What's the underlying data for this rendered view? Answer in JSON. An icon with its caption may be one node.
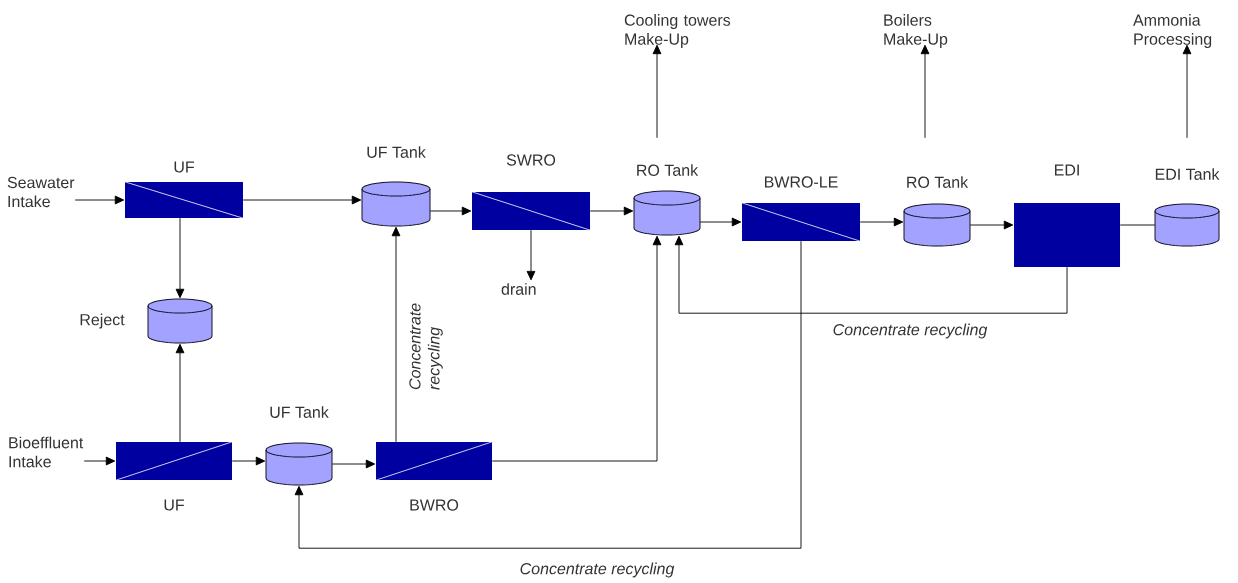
{
  "diagram": {
    "nodes": [
      {
        "text": [
          "UF"
        ]
      },
      {
        "text": [
          "UF Tank"
        ]
      },
      {
        "text": [
          "SWRO"
        ]
      },
      {
        "text": [
          "RO Tank"
        ]
      },
      {
        "text": [
          "BWRO-LE"
        ]
      },
      {
        "text": [
          "RO Tank"
        ]
      },
      {
        "text": [
          "EDI"
        ]
      },
      {
        "text": [
          "EDI Tank"
        ]
      },
      {
        "text": [
          "Reject"
        ]
      },
      {
        "text": [
          "UF"
        ]
      },
      {
        "text": [
          "UF Tank"
        ]
      },
      {
        "text": [
          "BWRO"
        ]
      },
      {
        "text": [
          "Seawater Intake"
        ]
      },
      {
        "text": [
          "Bioeffluent Intake"
        ]
      },
      {
        "text": [
          "drain"
        ]
      },
      {
        "text": [
          "Cooling towers Make-Up"
        ]
      },
      {
        "text": [
          "Boilers Make-Up"
        ]
      },
      {
        "text": [
          "Ammonia Processing"
        ]
      }
    ],
    "edges": [
      {
        "from": 12,
        "to": 0,
        "arrow": "to"
      },
      {
        "from": 0,
        "to": 1,
        "arrow": "to"
      },
      {
        "from": 1,
        "to": 2,
        "arrow": "to"
      },
      {
        "from": 2,
        "to": 3,
        "arrow": "to"
      },
      {
        "from": 3,
        "to": 4,
        "arrow": "to"
      },
      {
        "from": 4,
        "to": 5,
        "arrow": "to"
      },
      {
        "from": 5,
        "to": 6,
        "arrow": "to"
      },
      {
        "from": 6,
        "to": 7,
        "arrow": "none"
      },
      {
        "from": 0,
        "to": 8,
        "arrow": "to"
      },
      {
        "from": 9,
        "to": 8,
        "arrow": "to"
      },
      {
        "from": 13,
        "to": 9,
        "arrow": "to"
      },
      {
        "from": 9,
        "to": 10,
        "arrow": "to"
      },
      {
        "from": 10,
        "to": 11,
        "arrow": "to"
      },
      {
        "from": 11,
        "to": 1,
        "arrow": "to",
        "label": "Concentrate recycling"
      },
      {
        "from": 11,
        "to": 3,
        "arrow": "to"
      },
      {
        "from": 6,
        "to": 3,
        "arrow": "to",
        "label": "Concentrate recycling"
      },
      {
        "from": 4,
        "to": 10,
        "arrow": "to",
        "label": "Concentrate recycling"
      },
      {
        "from": 2,
        "to": 14,
        "arrow": "to"
      },
      {
        "from": 3,
        "to": 15,
        "arrow": "to"
      },
      {
        "from": 5,
        "to": 16,
        "arrow": "to"
      },
      {
        "from": 7,
        "to": 17,
        "arrow": "to"
      }
    ]
  }
}
